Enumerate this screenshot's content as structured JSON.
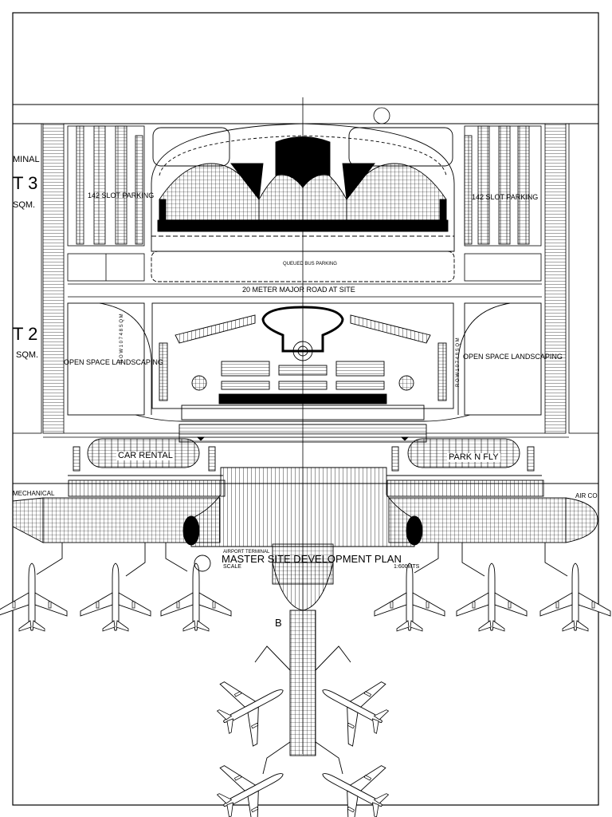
{
  "labels": {
    "terminal_partial": "MINAL",
    "t3": "T 3",
    "t3_area": "SQM.",
    "t2": "T 2",
    "t2_area": "SQM.",
    "parking_left": "142 SLOT PARKING",
    "parking_right": "142 SLOT PARKING",
    "queued_bus": "QUEUED BUS PARKING",
    "major_road": "20 METER MAJOR ROAD AT SITE",
    "open_space_left": "OPEN SPACE LANDSCAPING",
    "open_space_right": "OPEN SPACE LANDSCAPING",
    "row_left": "R O W  1 0 7 4 8  S Q M",
    "row_right": "R O W  1 0 7 4 8  S Q M",
    "car_rental": "CAR RENTAL",
    "park_n_fly": "PARK N FLY",
    "mechanical": "MECHANICAL",
    "air_partial": "AIR CO",
    "airport_terminal": "AIRPORT TERMINAL",
    "master_plan": "MASTER SITE DEVELOPMENT PLAN",
    "scale": "SCALE",
    "scale_value": "1:600MTS",
    "section_b": "B"
  },
  "colors": {
    "ink": "#000000",
    "paper": "#ffffff"
  }
}
